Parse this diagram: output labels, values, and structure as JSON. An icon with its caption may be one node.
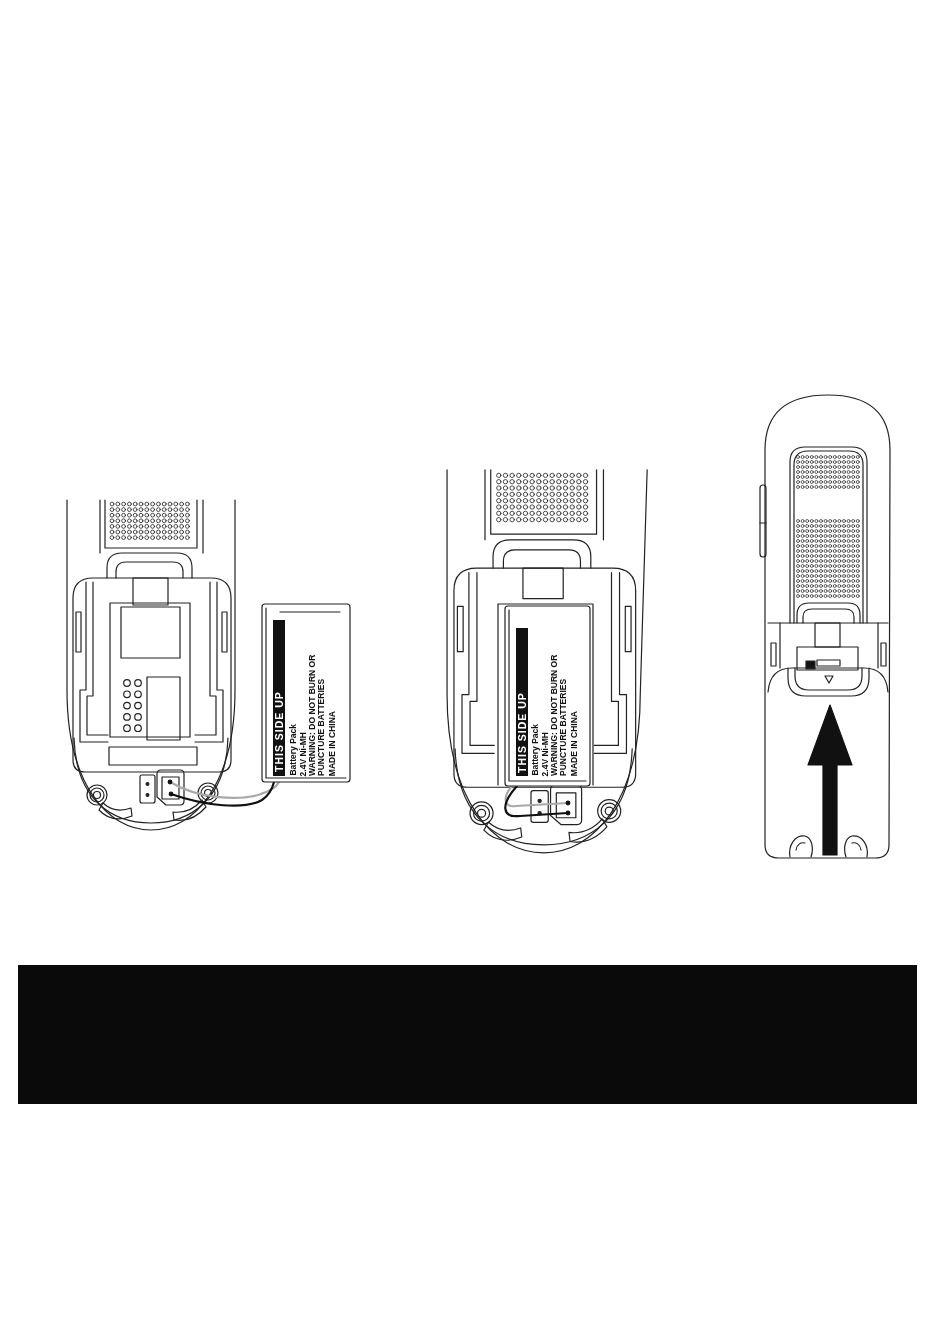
{
  "diagram": {
    "nodes": [
      {
        "text": [],
        "shape": "bar"
      }
    ],
    "labels": [
      "THIS SIDE UP",
      "Battery Pack",
      "2.4V Ni-MH",
      "WARNING: DO NOT BURN OR PUNCTURE BATTERIES",
      "MADE IN CHINA",
      "THIS SIDE UP",
      "Battery Pack",
      "2.4V Ni-MH",
      "WARNING: DO NOT BURN OR PUNCTURE BATTERIES",
      "MADE IN CHINA"
    ]
  }
}
